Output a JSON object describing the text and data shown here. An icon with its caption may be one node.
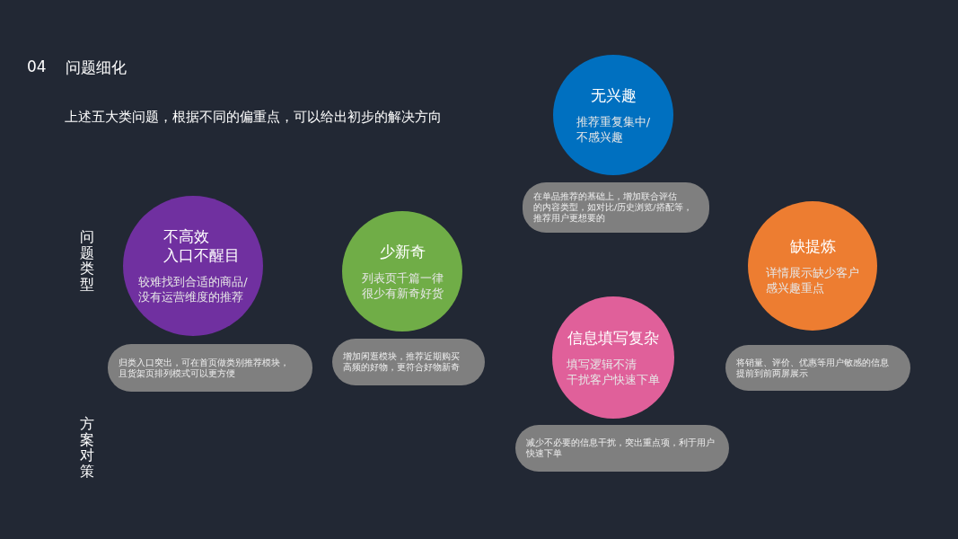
{
  "diagram": {
    "nodes": [
      {
        "text": [
          "不高效入口不醒目",
          "较难找到合适的商品/没有运营维度的推荐"
        ]
      },
      {
        "text": [
          "少新奇",
          "列表页千篇一律很少有新奇好货"
        ]
      },
      {
        "text": [
          "无兴趣",
          "推荐重复集中/不感兴趣"
        ]
      },
      {
        "text": [
          "信息填写复杂",
          "填写逻辑不清干扰客户快速下单"
        ]
      },
      {
        "text": [
          "缺提炼",
          "详情展示缺少客户感兴趣重点"
        ]
      },
      {
        "text": [
          "归类入口突出，可在首页做类别推荐模块，且货架页排列模式可以更方便"
        ]
      },
      {
        "text": [
          "增加闲逛模块，推荐近期购买高频的好物，更符合好物新奇"
        ]
      },
      {
        "text": [
          "在单品推荐的基础上，增加联合评估的内容类型，如对比/历史浏览/搭配等，推荐用户更想要的"
        ]
      },
      {
        "text": [
          "减少不必要的信息干扰，突出重点项，利于用户快速下单"
        ]
      },
      {
        "text": [
          "将销量、评价、优惠等用户敏感的信息提前到前两屏展示"
        ]
      }
    ],
    "edges": [],
    "labels": [
      "04",
      "问题细化",
      "上述五大类问题，根据不同的偏重点，可以给出初步的解决方向",
      "问题类型",
      "方案对策"
    ]
  }
}
